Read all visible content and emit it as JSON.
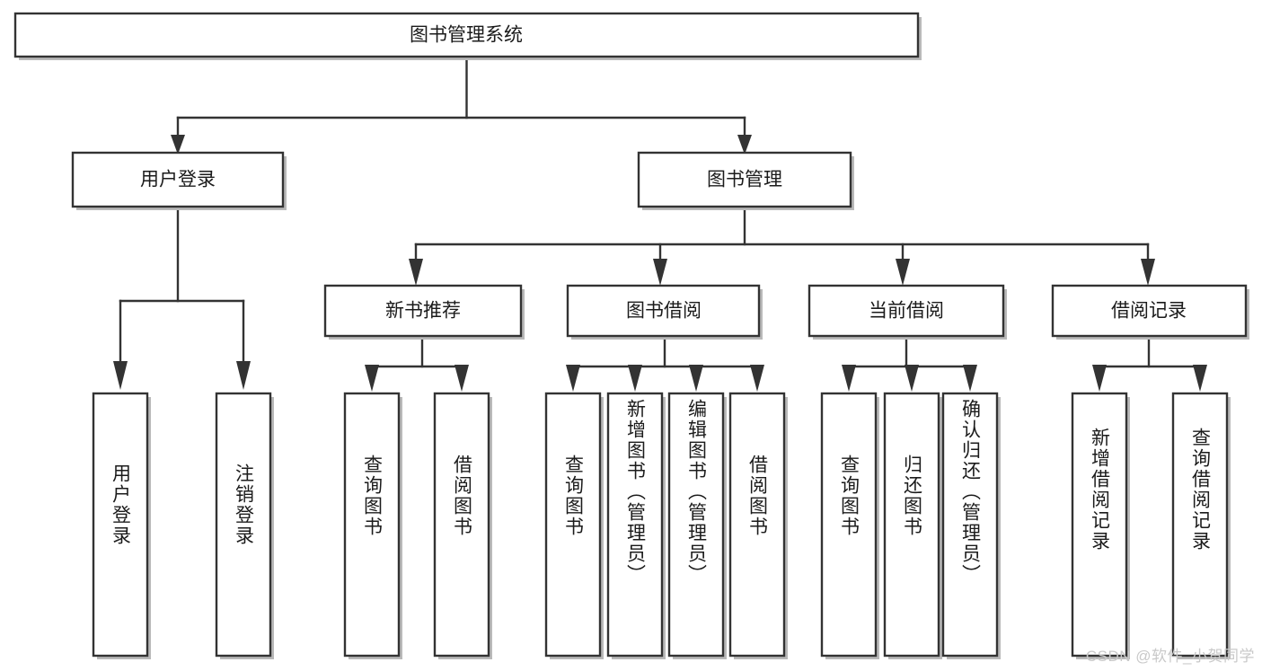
{
  "diagram": {
    "title": "图书管理系统",
    "type": "tree-hierarchy-chart",
    "orientation": "top-down",
    "colors": {
      "box_stroke": "#333333",
      "box_fill": "#ffffff",
      "connector": "#333333",
      "text": "#1b1b1b",
      "watermark": "#c9c9c9",
      "background": "#ffffff"
    },
    "root": {
      "label": "图书管理系统"
    },
    "level2": [
      {
        "label": "用户登录"
      },
      {
        "label": "图书管理"
      }
    ],
    "level3": [
      {
        "label": "新书推荐"
      },
      {
        "label": "图书借阅"
      },
      {
        "label": "当前借阅"
      },
      {
        "label": "借阅记录"
      }
    ],
    "leaves": {
      "user_login": [
        {
          "label": "用户登录"
        },
        {
          "label": "注销登录"
        }
      ],
      "new_book_recommend": [
        {
          "label": "查询图书"
        },
        {
          "label": "借阅图书"
        }
      ],
      "book_borrow": [
        {
          "label": "查询图书"
        },
        {
          "label": "新增图书（管理员）"
        },
        {
          "label": "编辑图书（管理员）"
        },
        {
          "label": "借阅图书"
        }
      ],
      "current_borrow": [
        {
          "label": "查询图书"
        },
        {
          "label": "归还图书"
        },
        {
          "label": "确认归还（管理员）"
        }
      ],
      "borrow_record": [
        {
          "label": "新增借阅记录"
        },
        {
          "label": "查询借阅记录"
        }
      ]
    },
    "watermark": "CSDN @软件_小贺同学"
  }
}
